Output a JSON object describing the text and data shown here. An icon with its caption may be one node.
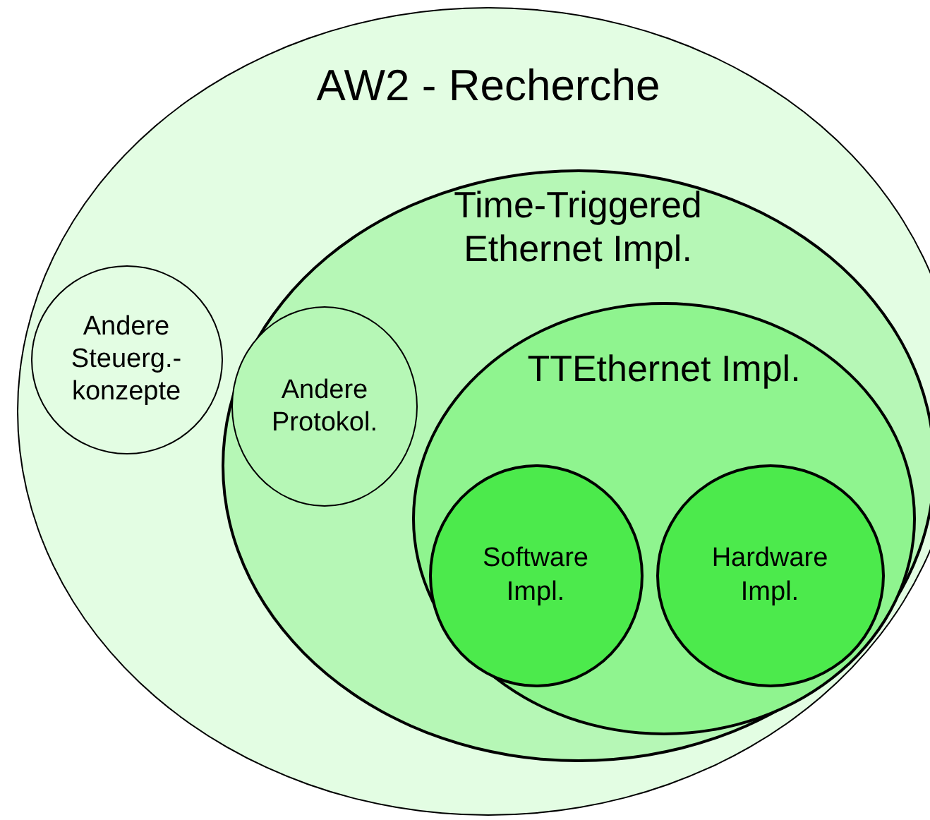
{
  "diagram": {
    "nodes": [
      {
        "text": [
          "AW2 - Recherche"
        ]
      },
      {
        "text": [
          "Andere Steuerg.-konzepte"
        ],
        "in": 0
      },
      {
        "text": [
          "Time-Triggered Ethernet Impl."
        ],
        "in": 0
      },
      {
        "text": [
          "Andere Protokol."
        ],
        "in": 2
      },
      {
        "text": [
          "TTEthernet Impl."
        ],
        "in": 2
      },
      {
        "text": [
          "Software Impl."
        ],
        "in": 4
      },
      {
        "text": [
          "Hardware Impl."
        ],
        "in": 4
      }
    ]
  }
}
